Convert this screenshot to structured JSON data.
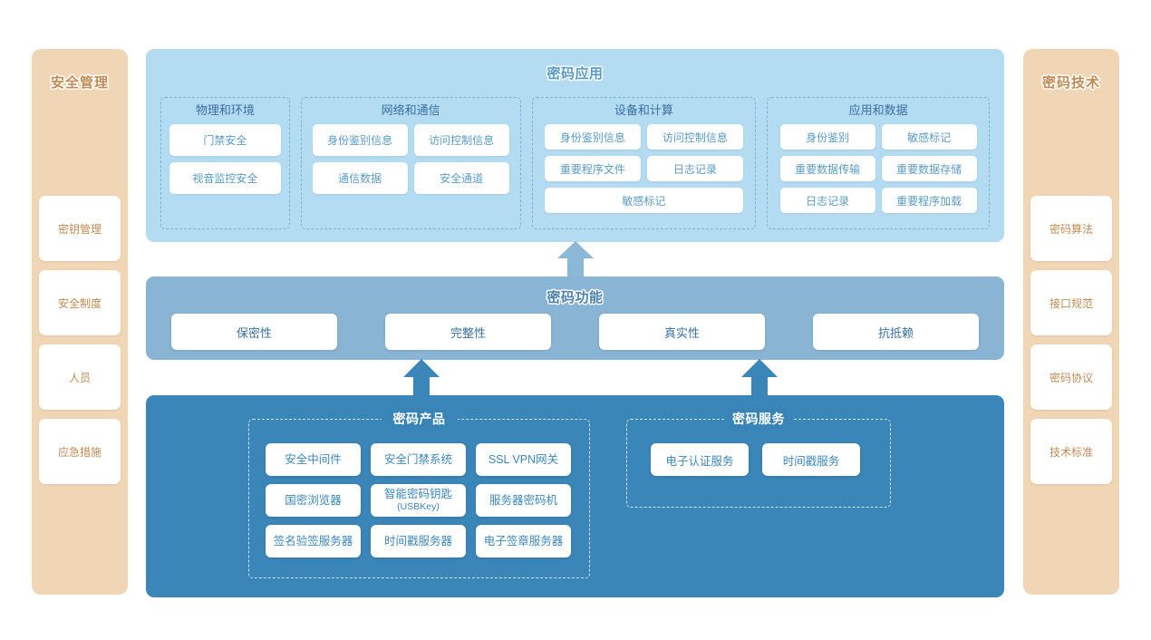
{
  "pillars": {
    "left": {
      "title": "安全管理",
      "items": [
        "密钥管理",
        "安全制度",
        "人员",
        "应急措施"
      ]
    },
    "right": {
      "title": "密码技术",
      "items": [
        "密码算法",
        "接口规范",
        "密码协议",
        "技术标准"
      ]
    }
  },
  "layers": {
    "application": {
      "title": "密码应用",
      "groups": [
        {
          "title": "物理和环境",
          "items": [
            "门禁安全",
            "视音监控安全"
          ]
        },
        {
          "title": "网络和通信",
          "items": [
            "身份鉴别信息",
            "访问控制信息",
            "通信数据",
            "安全通道"
          ]
        },
        {
          "title": "设备和计算",
          "items": [
            "身份鉴别信息",
            "访问控制信息",
            "重要程序文件",
            "日志记录",
            "敏感标记"
          ]
        },
        {
          "title": "应用和数据",
          "items": [
            "身份鉴别",
            "敏感标记",
            "重要数据传输",
            "重要数据存储",
            "日志记录",
            "重要程序加载"
          ]
        }
      ]
    },
    "function": {
      "title": "密码功能",
      "items": [
        "保密性",
        "完整性",
        "真实性",
        "抗抵赖"
      ]
    },
    "products": {
      "title": "密码产品",
      "items": [
        {
          "name": "安全中间件",
          "sub": ""
        },
        {
          "name": "安全门禁系统",
          "sub": ""
        },
        {
          "name": "SSL VPN网关",
          "sub": ""
        },
        {
          "name": "国密浏览器",
          "sub": ""
        },
        {
          "name": "智能密码钥匙",
          "sub": "(USBKey)"
        },
        {
          "name": "服务器密码机",
          "sub": ""
        },
        {
          "name": "签名验签服务器",
          "sub": ""
        },
        {
          "name": "时间戳服务器",
          "sub": ""
        },
        {
          "name": "电子签章服务器",
          "sub": ""
        }
      ]
    },
    "services": {
      "title": "密码服务",
      "items": [
        "电子认证服务",
        "时间戳服务"
      ]
    }
  },
  "colors": {
    "pillar_bg": "#f0d6b5",
    "pillar_text": "#c08b54",
    "application_bg": "#b3dbf2",
    "function_bg": "#8ab4d4",
    "products_bg": "#3b86b8",
    "chip_text_light": "#5a9bc4",
    "chip_text_dark": "#3a6fa0",
    "arrow_light": "#8cb8d8",
    "arrow_dark": "#3b86b8"
  },
  "arrows": [
    {
      "name": "function-to-application",
      "color": "#8cb8d8"
    },
    {
      "name": "products-to-function-left",
      "color": "#3b86b8"
    },
    {
      "name": "products-to-function-right",
      "color": "#3b86b8"
    }
  ]
}
